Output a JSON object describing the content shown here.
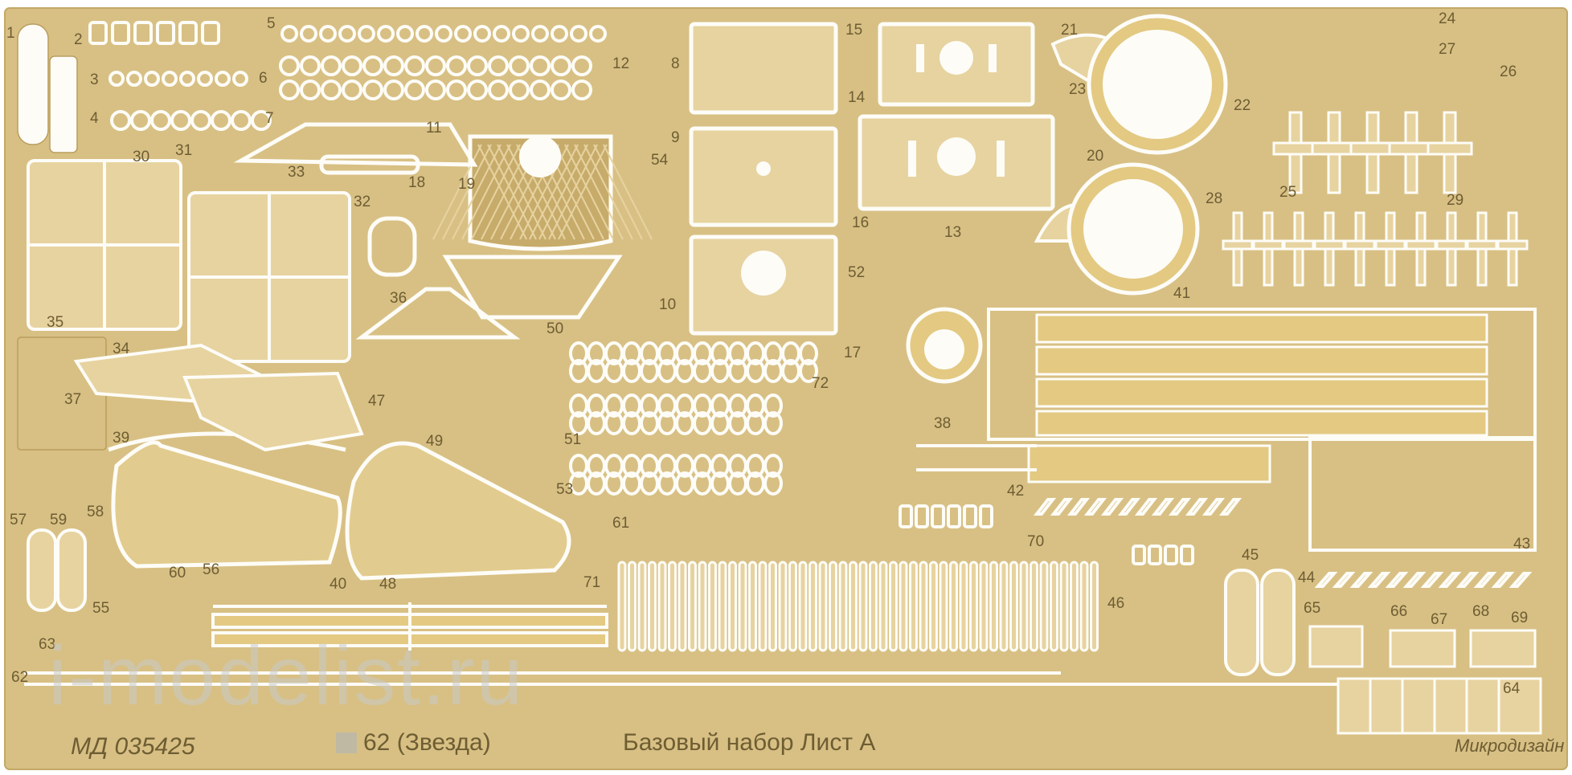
{
  "colors": {
    "brass": "#d8c084",
    "brass_light": "#e7d3a0",
    "brass_dark": "#b99d5c",
    "cutout": "#fdfcf7",
    "ink": "#6e5d33",
    "gold_strip": "#e3c982"
  },
  "part_numbers": [
    "1",
    "2",
    "3",
    "4",
    "5",
    "6",
    "7",
    "8",
    "9",
    "10",
    "11",
    "12",
    "13",
    "14",
    "15",
    "16",
    "17",
    "18",
    "19",
    "20",
    "21",
    "22",
    "23",
    "24",
    "25",
    "26",
    "27",
    "28",
    "29",
    "30",
    "31",
    "32",
    "33",
    "34",
    "35",
    "36",
    "37",
    "38",
    "39",
    "40",
    "41",
    "42",
    "43",
    "44",
    "45",
    "46",
    "47",
    "48",
    "49",
    "50",
    "51",
    "52",
    "53",
    "54",
    "55",
    "56",
    "57",
    "58",
    "59",
    "60",
    "61",
    "62",
    "63",
    "64",
    "65",
    "66",
    "67",
    "68",
    "69",
    "70",
    "71",
    "72"
  ],
  "footer": {
    "code": "МД 035425",
    "kit": "62 (Звезда)",
    "set": "Базовый набор  Лист А",
    "brand": "Микродизайн"
  },
  "watermark": "i-modelist.ru"
}
